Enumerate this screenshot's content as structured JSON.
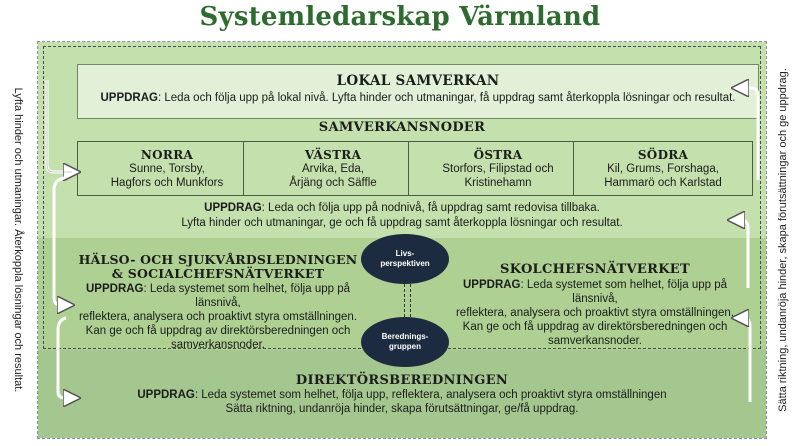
{
  "title": "Systemledarskap Värmland",
  "side_texts": {
    "left": "Lyfta hinder och utmaningar. Återkoppla lösningar och resultat.",
    "right": "Sätta riktning, undanröja hinder, skapa förutsättningar och ge uppdrag."
  },
  "lokal": {
    "title": "LOKAL SAMVERKAN",
    "uppdrag_label": "UPPDRAG",
    "text": ": Leda och följa upp på lokal nivå. Lyfta hinder och utmaningar, få uppdrag samt återkoppla lösningar och resultat."
  },
  "samverkansnoder": {
    "title": "SAMVERKANSNODER",
    "nodes": [
      {
        "name": "NORRA",
        "towns_1": "Sunne, Torsby,",
        "towns_2": "Hagfors och Munkfors",
        "towns_3": ""
      },
      {
        "name": "VÄSTRA",
        "towns_1": "Arvika, Eda,",
        "towns_2": "Årjäng och Säffle",
        "towns_3": ""
      },
      {
        "name": "ÖSTRA",
        "towns_1": "Storfors, Filipstad och",
        "towns_2": "Kristinehamn",
        "towns_3": ""
      },
      {
        "name": "SÖDRA",
        "towns_1": "Kil, Grums, Forshaga,",
        "towns_2": "Hammarö och Karlstad",
        "towns_3": ""
      }
    ],
    "uppdrag_label": "UPPDRAG",
    "text_1": ": Leda och följa upp på nodnivå, få uppdrag samt redovisa tillbaka.",
    "text_2": "Lyfta hinder och utmaningar, ge och få uppdrag samt återkoppla lösningar och resultat."
  },
  "halso": {
    "title_1": "HÄLSO- OCH SJUKVÅRDSLEDNINGEN",
    "title_2": "& SOCIALCHEFSNÄTVERKET",
    "uppdrag_label": "UPPDRAG",
    "line_1": ": Leda systemet som helhet, följa upp på länsnivå,",
    "line_2": "reflektera, analysera och proaktivt styra omställningen.",
    "line_3": "Kan ge och få uppdrag av direktörsberedningen och",
    "line_4": "samverkansnoder."
  },
  "skol": {
    "title": "SKOLCHEFSNÄTVERKET",
    "uppdrag_label": "UPPDRAG",
    "line_1": ": Leda systemet som helhet, följa upp på länsnivå,",
    "line_2": "reflektera, analysera och proaktivt styra omställningen.",
    "line_3": "Kan ge och få uppdrag av direktörsberedningen och",
    "line_4": "samverkansnoder."
  },
  "ellipses": {
    "livs_1": "Livs-",
    "livs_2": "perspektiven",
    "bered_1": "Berednings-",
    "bered_2": "gruppen"
  },
  "direktor": {
    "title": "DIREKTÖRSBEREDNINGEN",
    "uppdrag_label": "UPPDRAG",
    "line_1": ": Leda systemet som helhet, följa upp, reflektera, analysera och proaktivt styra omställningen",
    "line_2": "Sätta riktning, undanröja hinder, skapa förutsättningar, ge/få uppdrag."
  }
}
